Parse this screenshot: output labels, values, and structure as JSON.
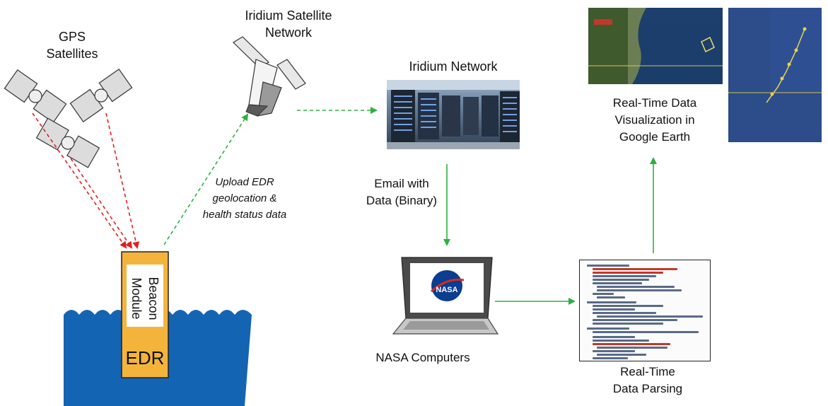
{
  "labels": {
    "gps": "GPS\nSatellites",
    "iridium_satellite_network": "Iridium Satellite\nNetwork",
    "iridium_network": "Iridium Network",
    "upload": "Upload EDR\ngeolocation &\nhealth status data",
    "email": "Email with\nData (Binary)",
    "nasa_computers": "NASA Computers",
    "parsing": "Real-Time\nData Parsing",
    "visualization": "Real-Time Data\nVisualization in\nGoogle Earth",
    "beacon": "Beacon\nModule",
    "edr": "EDR",
    "nasa_logo": "NASA"
  },
  "colors": {
    "ocean": "#1464b4",
    "edr_box": "#f4b43c",
    "gps_arrows": "#e02020",
    "flow_arrows": "#2bb040",
    "satellite_panel": "#dcdcdc"
  },
  "icons": [
    "satellite-icon",
    "laptop-icon",
    "server-room-image",
    "code-listing-image",
    "map-image"
  ]
}
